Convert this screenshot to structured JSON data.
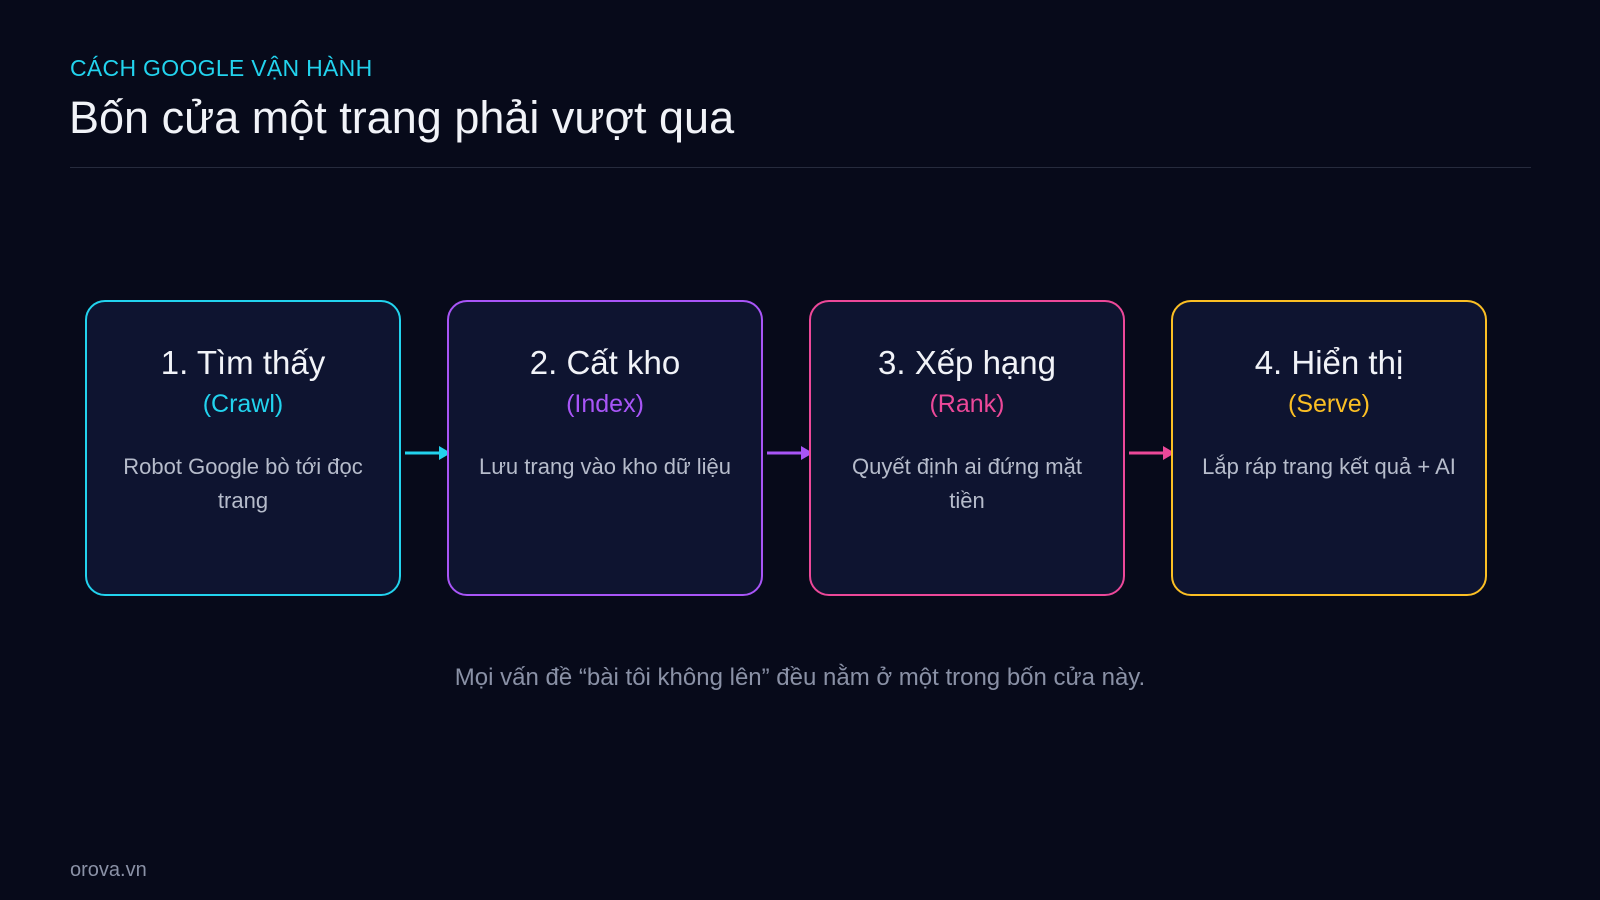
{
  "header": {
    "eyebrow": "CÁCH GOOGLE VẬN HÀNH",
    "title": "Bốn cửa một trang phải vượt qua"
  },
  "steps": [
    {
      "title": "1. Tìm thấy",
      "subtitle": "(Crawl)",
      "description": "Robot Google bò tới đọc trang",
      "color": "#22d3ee"
    },
    {
      "title": "2. Cất kho",
      "subtitle": "(Index)",
      "description": "Lưu trang vào kho dữ liệu",
      "color": "#a855f7"
    },
    {
      "title": "3. Xếp hạng",
      "subtitle": "(Rank)",
      "description": "Quyết định ai đứng mặt tiền",
      "color": "#ec4899"
    },
    {
      "title": "4. Hiển thị",
      "subtitle": "(Serve)",
      "description": "Lắp ráp trang kết quả + AI",
      "color": "#fbbf24"
    }
  ],
  "footnote": "Mọi vấn đề “bài tôi không lên” đều nằm ở một trong bốn cửa này.",
  "brand": "orova.vn"
}
